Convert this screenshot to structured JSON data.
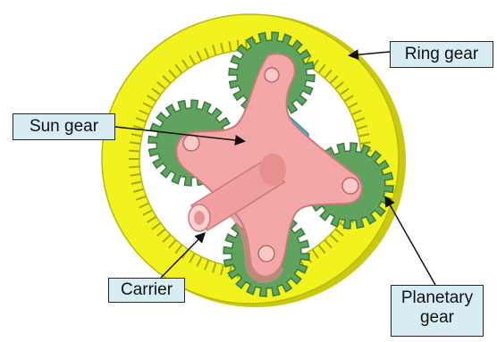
{
  "labels": {
    "ring_gear": "Ring gear",
    "sun_gear": "Sun gear",
    "carrier": "Carrier",
    "planetary_gear_line1": "Planetary",
    "planetary_gear_line2": "gear"
  },
  "colors": {
    "ring_gear": "#f2f21e",
    "ring_gear_shade": "#c9c910",
    "planet_gear": "#5fa35f",
    "carrier": "#f4a7a7",
    "carrier_shade": "#d98484",
    "sun_gear": "#3fb7d4",
    "shaft": "#d8d84a",
    "callout_fill": "#d8ecf4",
    "leader_line": "#111111"
  }
}
